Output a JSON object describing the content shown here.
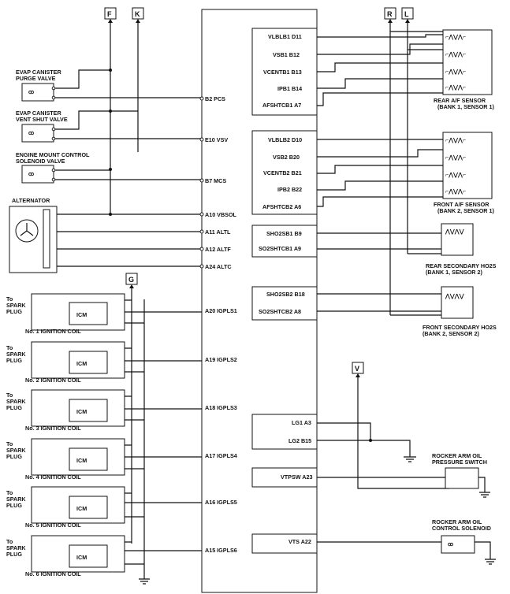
{
  "connectors": {
    "F": "F",
    "K": "K",
    "R": "R",
    "L": "L",
    "G": "G",
    "V": "V"
  },
  "ecm_pins_left": {
    "b2": "B2 PCS",
    "e10": "E10 VSV",
    "b7": "B7 MCS",
    "a10": "A10 VBSOL",
    "a11": "A11 ALTL",
    "a12": "A12 ALTF",
    "a24": "A24 ALTC",
    "a20": "A20 IGPLS1",
    "a19": "A19 IGPLS2",
    "a18": "A18 IGPLS3",
    "a17": "A17 IGPLS4",
    "a16": "A16 IGPLS5",
    "a15": "A15 IGPLS6"
  },
  "ecm_pins_right": {
    "d11": "VLBLB1 D11",
    "b12": "VSB1 B12",
    "b13": "VCENTB1 B13",
    "b14": "IPB1 B14",
    "a7": "AFSHTCB1 A7",
    "d10": "VLBLB2 D10",
    "b20": "VSB2 B20",
    "b21": "VCENTB2 B21",
    "b22": "IPB2 B22",
    "a6": "AFSHTCB2 A6",
    "b9": "SHO2SB1 B9",
    "a9": "SO2SHTCB1 A9",
    "b18": "SHO2SB2 B18",
    "a8": "SO2SHTCB2 A8",
    "a3": "LG1 A3",
    "b15": "LG2 B15",
    "a23": "VTPSW A23",
    "a22": "VTS A22"
  },
  "components": {
    "evap_purge": [
      "EVAP CANISTER",
      "PURGE VALVE"
    ],
    "evap_vent": [
      "EVAP CANISTER",
      "VENT SHUT VALVE"
    ],
    "engine_mount": [
      "ENGINE MOUNT CONTROL",
      "SOLENOID VALVE"
    ],
    "alternator": "ALTERNATOR",
    "rear_af": [
      "REAR A/F SENSOR",
      "(BANK 1, SENSOR 1)"
    ],
    "front_af": [
      "FRONT A/F SENSOR",
      "(BANK 2, SENSOR 1)"
    ],
    "rear_ho2s": [
      "REAR SECONDARY HO2S",
      "(BANK 1, SENSOR 2)"
    ],
    "front_ho2s": [
      "FRONT SECONDARY HO2S",
      "(BANK 2, SENSOR 2)"
    ],
    "rocker_switch": [
      "ROCKER ARM OIL",
      "PRESSURE SWITCH"
    ],
    "rocker_solenoid": [
      "ROCKER ARM OIL",
      "CONTROL SOLENOID"
    ]
  },
  "spark_plug": [
    "To",
    "SPARK",
    "PLUG"
  ],
  "icm_label": "ICM",
  "coils": [
    "No. 1 IGNITION COIL",
    "No. 2 IGNITION COIL",
    "No. 3 IGNITION COIL",
    "No. 4 IGNITION COIL",
    "No. 5 IGNITION COIL",
    "No. 6 IGNITION COIL"
  ]
}
